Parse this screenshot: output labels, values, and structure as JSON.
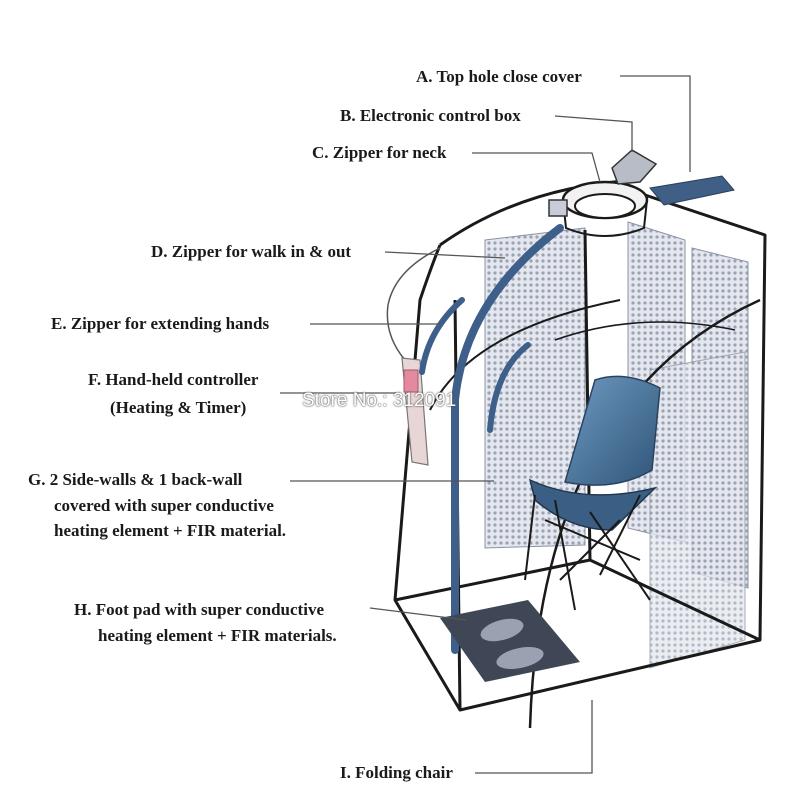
{
  "labels": {
    "a": "A. Top hole close cover",
    "b": "B. Electronic control box",
    "c": "C. Zipper for neck",
    "d": "D. Zipper for walk in & out",
    "e": "E. Zipper for extending hands",
    "f_line1": "F. Hand-held controller",
    "f_line2": "(Heating & Timer)",
    "g_line1": "G. 2 Side-walls & 1 back-wall",
    "g_line2": "covered with super conductive",
    "g_line3": "heating element + FIR material.",
    "h_line1": "H. Foot pad with super conductive",
    "h_line2": "heating element + FIR materials.",
    "i": "I. Folding chair"
  },
  "watermark": "Store No.: 312091",
  "colors": {
    "frame": "#1a1a1a",
    "zipper": "#3d5f8a",
    "panel": "#c3c9d6",
    "chair": "#3f6a92",
    "footpad": "#3f4757",
    "leader": "#555555"
  }
}
